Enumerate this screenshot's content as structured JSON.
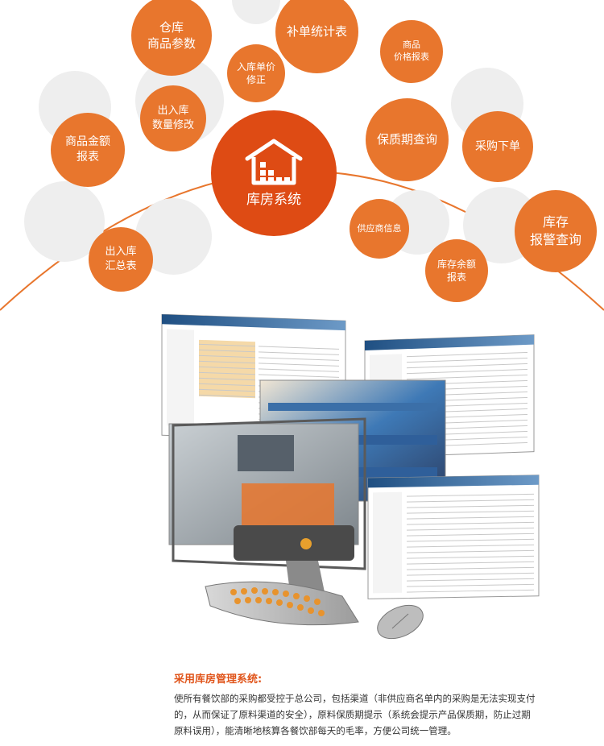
{
  "colors": {
    "bubble": "#e8762d",
    "center": "#de4b14",
    "ghost": "#eeeeee",
    "heading": "#e0541a",
    "text": "#333333"
  },
  "diagram": {
    "center_label": "库房系统",
    "center_icon": "warehouse-house-icon",
    "bubbles": {
      "warehouse_params": [
        "仓库",
        "商品参数"
      ],
      "supplement_stats": [
        "补单统计表"
      ],
      "entry_price_edit": [
        "入库单价",
        "修正"
      ],
      "goods_price_report": [
        "商品",
        "价格报表"
      ],
      "inout_qty_edit": [
        "出入库",
        "数量修改"
      ],
      "goods_amount_report": [
        "商品金额",
        "报表"
      ],
      "shelf_life_query": [
        "保质期查询"
      ],
      "purchase_order": [
        "采购下单"
      ],
      "supplier_info": [
        "供应商信息"
      ],
      "stock_alert_query": [
        "库存",
        "报警查询"
      ],
      "inout_summary": [
        "出入库",
        "汇总表"
      ],
      "stock_balance_report": [
        "库存余额",
        "报表"
      ]
    }
  },
  "description": {
    "heading": "采用库房管理系统:",
    "lines": [
      "使所有餐饮部的采购都受控于总公司，包括渠道（非供应商名单内的采购是无法实现支付",
      "的，从而保证了原料渠道的安全），原料保质期提示（系统会提示产品保质期，防止过期",
      "原料误用），能清晰地核算各餐饮部每天的毛率，方便公司统一管理。"
    ]
  }
}
